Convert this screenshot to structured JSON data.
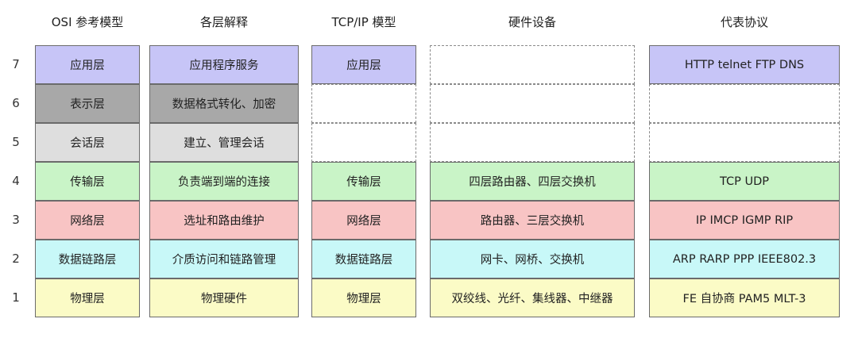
{
  "headers": [
    "OSI 参考模型",
    "各层解释",
    "TCP/IP 模型",
    "硬件设备",
    "代表协议"
  ],
  "colors": {
    "7": "#c7c5f7",
    "6": "#a8a8a8",
    "5": "#dedede",
    "4": "#c9f4c7",
    "3": "#f8c4c4",
    "2": "#c8f8f8",
    "1": "#fbfbc6"
  },
  "rows": [
    {
      "num": "7",
      "osi": "应用层",
      "desc": "应用程序服务",
      "tcpip": "应用层",
      "hw": "",
      "proto": "HTTP telnet FTP DNS"
    },
    {
      "num": "6",
      "osi": "表示层",
      "desc": "数据格式转化、加密",
      "tcpip": "",
      "hw": "",
      "proto": ""
    },
    {
      "num": "5",
      "osi": "会话层",
      "desc": "建立、管理会话",
      "tcpip": "",
      "hw": "",
      "proto": ""
    },
    {
      "num": "4",
      "osi": "传输层",
      "desc": "负责端到端的连接",
      "tcpip": "传输层",
      "hw": "四层路由器、四层交换机",
      "proto": "TCP UDP"
    },
    {
      "num": "3",
      "osi": "网络层",
      "desc": "选址和路由维护",
      "tcpip": "网络层",
      "hw": "路由器、三层交换机",
      "proto": "IP IMCP IGMP RIP"
    },
    {
      "num": "2",
      "osi": "数据链路层",
      "desc": "介质访问和链路管理",
      "tcpip": "数据链路层",
      "hw": "网卡、网桥、交换机",
      "proto": "ARP RARP PPP IEEE802.3"
    },
    {
      "num": "1",
      "osi": "物理层",
      "desc": "物理硬件",
      "tcpip": "物理层",
      "hw": "双绞线、光纤、集线器、中继器",
      "proto": "FE 自协商 PAM5 MLT-3"
    }
  ]
}
